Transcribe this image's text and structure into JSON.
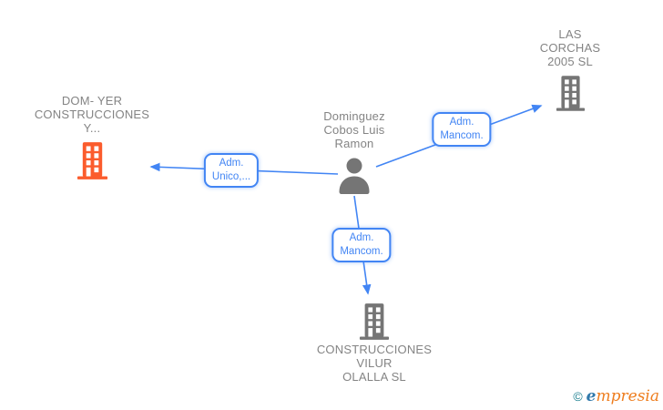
{
  "graph": {
    "person": {
      "name": "Dominguez\nCobos Luis\nRamon"
    },
    "companies": [
      {
        "id": "dom-yer",
        "name": "DOM- YER\nCONSTRUCCIONES\nY...",
        "highlighted": true
      },
      {
        "id": "las-corchas",
        "name": "LAS\nCORCHAS\n2005 SL",
        "highlighted": false
      },
      {
        "id": "vilur",
        "name": "CONSTRUCCIONES\nVILUR\nOLALLA SL",
        "highlighted": false
      }
    ],
    "edges": [
      {
        "from": "person",
        "to": "dom-yer",
        "label": "Adm.\nUnico,..."
      },
      {
        "from": "person",
        "to": "las-corchas",
        "label": "Adm.\nMancom."
      },
      {
        "from": "person",
        "to": "vilur",
        "label": "Adm.\nMancom."
      }
    ]
  },
  "footer": {
    "copyright_symbol": "©",
    "brand_e": "e",
    "brand_rest": "mpresia"
  },
  "colors": {
    "bg": "#ffffff",
    "edge": "#4285f4",
    "node_text": "#848484",
    "icon_gray": "#757575",
    "icon_orange": "#fb5c2d",
    "logo_teal": "#1a7e8f",
    "logo_blue": "#3179ab",
    "logo_orange": "#ee7d1e"
  }
}
